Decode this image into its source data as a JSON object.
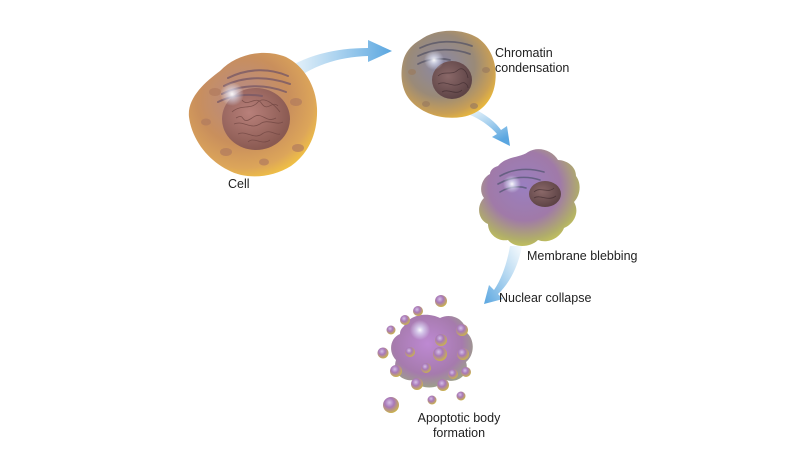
{
  "labels": {
    "cell": "Cell",
    "chromatin_line1": "Chromatin",
    "chromatin_line2": "condensation",
    "membrane_blebbing": "Membrane blebbing",
    "nuclear_collapse": "Nuclear collapse",
    "apoptotic_line1": "Apoptotic body",
    "apoptotic_line2": "formation"
  },
  "colors": {
    "arrow": "#6fb4e3",
    "cell_fill": "#d4a35e",
    "cell_rim": "#e8b547",
    "nucleus": "#a06a5a",
    "bleb_fill": "#9b6fae",
    "bleb_rim": "#b9c35a",
    "body_fill": "#a56fb0",
    "body_rim": "#c9b552"
  }
}
